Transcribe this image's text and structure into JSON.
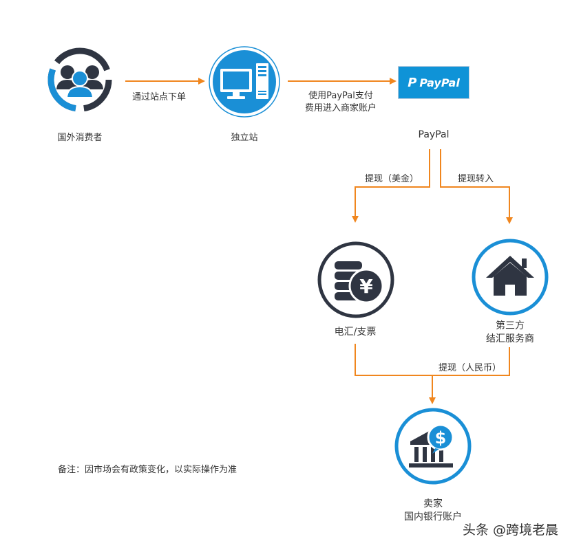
{
  "nodes": {
    "consumer": {
      "label": "国外消费者",
      "icon": "users-group-icon"
    },
    "site": {
      "label": "独立站",
      "icon": "computer-icon"
    },
    "paypal": {
      "label": "PayPal",
      "logo_text": "PayPal",
      "icon": "paypal-logo"
    },
    "wire": {
      "label": "电汇/支票",
      "icon": "coin-stack-yen-icon"
    },
    "provider": {
      "label_line1": "第三方",
      "label_line2": "结汇服务商",
      "icon": "house-icon"
    },
    "bank": {
      "label_line1": "卖家",
      "label_line2": "国内银行账户",
      "icon": "bank-dollar-icon"
    }
  },
  "edges": {
    "order": "通过站点下单",
    "pay_line1": "使用PayPal支付",
    "pay_line2": "费用进入商家账户",
    "withdraw_usd": "提现（美金）",
    "withdraw_transfer": "提现转入",
    "withdraw_cny": "提现（人民币）"
  },
  "note": "备注：因市场会有政策变化，以实际操作为准",
  "watermark": "头条 @跨境老晨",
  "colors": {
    "arrow": "#f0861e",
    "blue": "#1a8fd6",
    "dark": "#2f3542",
    "paypal_bg": "#0f93d7"
  }
}
